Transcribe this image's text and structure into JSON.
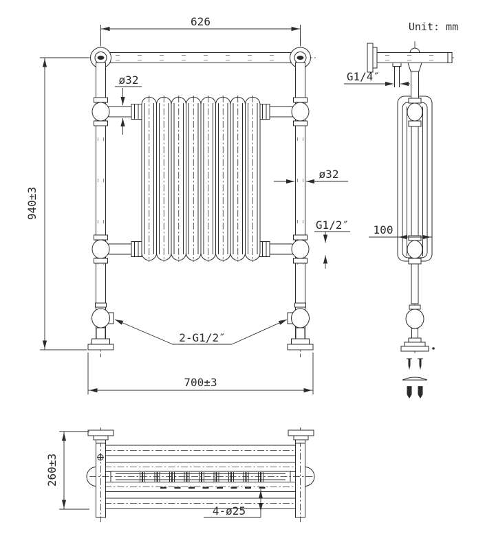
{
  "drawing": {
    "unit_note": "Unit: mm",
    "dims": {
      "top_rail_width": "626",
      "overall_height": "940±3",
      "pipe_dia_upper": "ø32",
      "pipe_dia_side": "ø32",
      "valve_thread": "G1/2″",
      "vent_thread": "G1/4″",
      "radiator_depth": "100",
      "inlet_threads": "2-G1/2″",
      "overall_width": "700±3",
      "plan_depth": "260±3",
      "rail_diameter": "4-ø25"
    },
    "colors": {
      "ink": "#2b2b2b",
      "background": "#ffffff"
    }
  }
}
